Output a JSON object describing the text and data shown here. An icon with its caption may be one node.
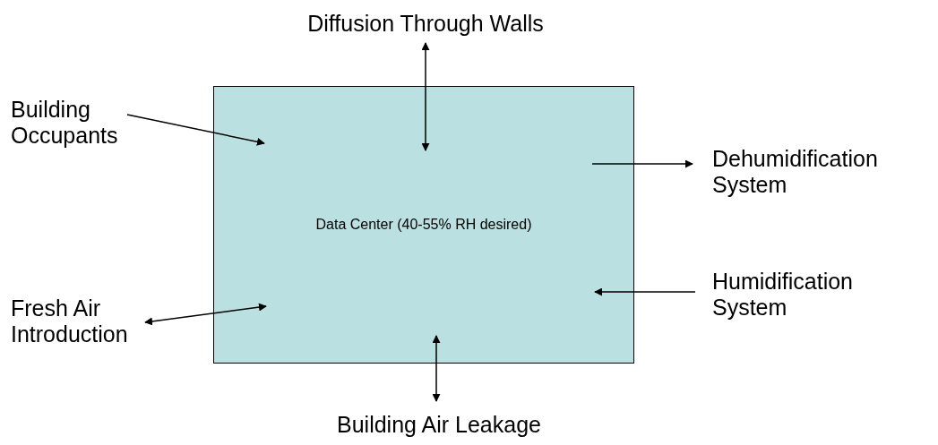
{
  "diagram": {
    "nodes": [
      {
        "text": [
          "Data Center (40-55% RH desired)"
        ]
      },
      {
        "text": [
          "Diffusion Through Walls"
        ]
      },
      {
        "text": [
          "Building Occupants"
        ]
      },
      {
        "text": [
          "Dehumidification System"
        ]
      },
      {
        "text": [
          "Fresh Air Introduction"
        ]
      },
      {
        "text": [
          "Humidification System"
        ]
      },
      {
        "text": [
          "Building Air Leakage"
        ]
      }
    ],
    "edges": [
      {
        "from": 1,
        "to": 0,
        "arrow": "both"
      },
      {
        "from": 2,
        "to": 0,
        "arrow": "to"
      },
      {
        "from": 0,
        "to": 3,
        "arrow": "to"
      },
      {
        "from": 4,
        "to": 0,
        "arrow": "both"
      },
      {
        "from": 5,
        "to": 0,
        "arrow": "to"
      },
      {
        "from": 6,
        "to": 0,
        "arrow": "both"
      }
    ]
  }
}
